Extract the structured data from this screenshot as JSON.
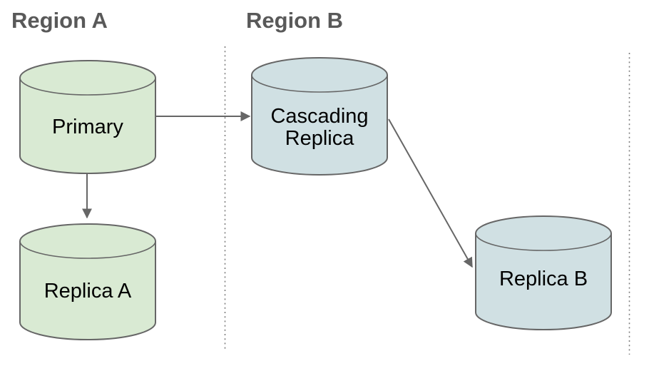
{
  "diagram": {
    "regions": [
      {
        "label": "Region A"
      },
      {
        "label": "Region B"
      }
    ],
    "nodes": {
      "primary": {
        "label": "Primary"
      },
      "replica_a": {
        "label": "Replica A"
      },
      "cascading_replica": {
        "lines": [
          "Cascading",
          "Replica"
        ]
      },
      "replica_b": {
        "label": "Replica B"
      }
    },
    "edges": [
      {
        "from": "Primary",
        "to": "Cascading Replica"
      },
      {
        "from": "Primary",
        "to": "Replica A"
      },
      {
        "from": "Cascading Replica",
        "to": "Replica B"
      }
    ],
    "colors": {
      "region_a_node_fill": "#d9ead3",
      "region_b_node_fill": "#d0e0e3",
      "shape_stroke": "#666666",
      "arrow": "#666666",
      "heading_text": "#595959",
      "label_text": "#000000",
      "divider_dots": "#7f7f7f"
    }
  }
}
